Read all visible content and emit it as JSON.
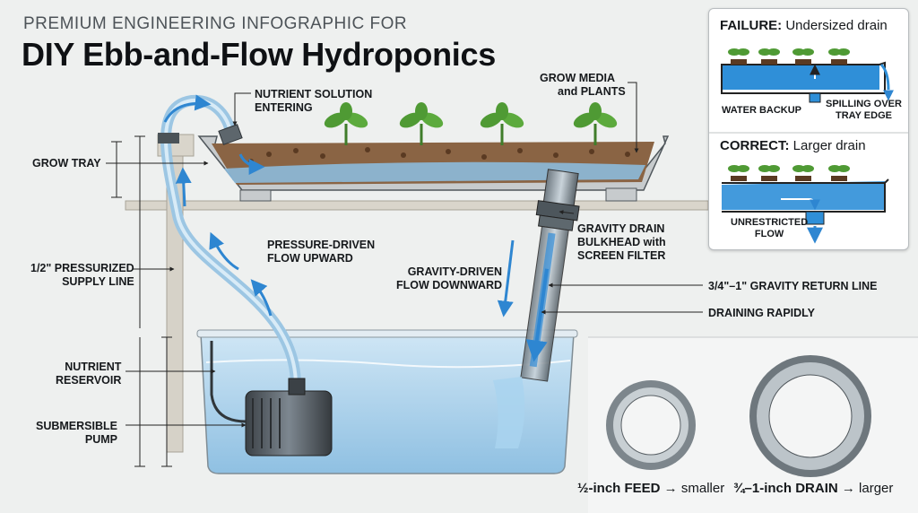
{
  "header": {
    "supertitle": "PREMIUM ENGINEERING INFOGRAPHIC FOR",
    "title": "DIY Ebb-and-Flow Hydroponics"
  },
  "labels": {
    "nutrient_entering": "NUTRIENT SOLUTION\nENTERING",
    "grow_media_1": "GROW MEDIA",
    "grow_media_2": "and PLANTS",
    "grow_tray": "GROW TRAY",
    "pressure_flow": "PRESSURE-DRIVEN\nFLOW UPWARD",
    "supply_line": "1/2\" PRESSURIZED\nSUPPLY LINE",
    "gravity_flow": "GRAVITY-DRIVEN\nFLOW DOWNWARD",
    "drain_1": "GRAVITY DRAIN",
    "drain_2": "BULKHEAD",
    "drain_2b": "with",
    "drain_3": "SCREEN FILTER",
    "return_line": "3/4\"–1\" GRAVITY RETURN LINE",
    "draining": "DRAINING RAPIDLY",
    "reservoir": "NUTRIENT\nRESERVOIR",
    "pump": "SUBMERSIBLE\nPUMP"
  },
  "panel": {
    "failure_head": "FAILURE:",
    "failure_text": "Undersized drain",
    "water_backup": "WATER BACKUP",
    "spilling": "SPILLING OVER\nTRAY EDGE",
    "correct_head": "CORRECT:",
    "correct_text": "Larger drain",
    "unrestricted": "UNRESTRICTED\nFLOW"
  },
  "pipes": {
    "feed_size": "½-inch FEED",
    "feed_word": "smaller",
    "drain_size": "¾–1-inch DRAIN",
    "drain_word": "larger"
  },
  "colors": {
    "water": "#7fb6de",
    "accent_blue": "#2e86d1",
    "media": "#7a5233",
    "leaf": "#4f9a34"
  }
}
